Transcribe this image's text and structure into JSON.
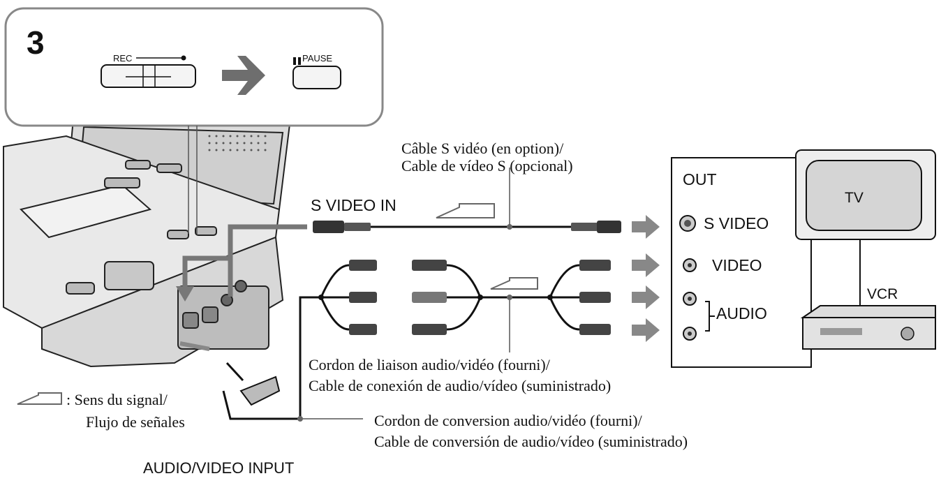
{
  "step": {
    "number": "3",
    "rec_label": "REC",
    "pause_label": "PAUSE"
  },
  "labels": {
    "svideo_cable": "Câble S vidéo (en option)/",
    "svideo_cable_es": "Cable de vídeo S (opcional)",
    "svideo_in": "S VIDEO IN",
    "out": "OUT",
    "tv": "TV",
    "svideo_out": "S VIDEO",
    "video_out": "VIDEO",
    "audio_out": "AUDIO",
    "vcr": "VCR",
    "av_cord": "Cordon de liaison audio/vidéo (fourni)/",
    "av_cord_es": "Cable de conexión de audio/vídeo (suministrado)",
    "signal_dir": ": Sens du signal/",
    "signal_dir_es": "Flujo de señales",
    "conv_cord": "Cordon de conversion audio/vidéo (fourni)/",
    "conv_cord_es": "Cable de conversión de audio/vídeo (suministrado)",
    "av_input": "AUDIO/VIDEO INPUT"
  }
}
